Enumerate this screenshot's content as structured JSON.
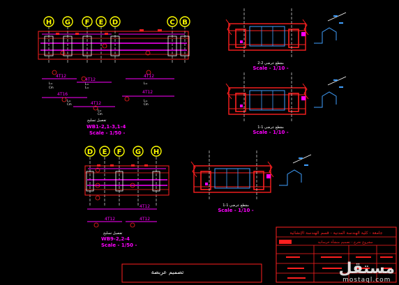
{
  "colors": {
    "background": "#000000",
    "concrete": "#ff2020",
    "rebar": "#ff00ff",
    "label_circle": "#ffff00",
    "dimension": "#ffffff",
    "detail": "#40a0ff",
    "grid": "#d0d0d0",
    "titleblock": "#ff2020"
  },
  "plan_top": {
    "grid_labels": [
      "H",
      "G",
      "F",
      "E",
      "D",
      "C",
      "B"
    ],
    "bar_marks": [
      "4T12",
      "4T12",
      "4T16",
      "4T12",
      "4T12",
      "4T12"
    ],
    "title_ar": "تفصيل تسليح",
    "title": "WB1-2,1-3,1-4",
    "scale": "Scale - 1/50 -"
  },
  "plan_bottom": {
    "grid_labels": [
      "D",
      "E",
      "F",
      "G",
      "H"
    ],
    "bar_marks": [
      "4T12",
      "4T12",
      "4T12"
    ],
    "title_ar": "تفصيل تسليح",
    "title": "WB9-2,2-4",
    "scale": "Scale - 1/50 -"
  },
  "sections": [
    {
      "title_ar": "مقطع عرضي 2-2",
      "scale": "Scale - 1/10 -"
    },
    {
      "title_ar": "مقطع عرضي 1-1",
      "scale": "Scale - 1/10 -"
    },
    {
      "title_ar": "مقطع عرضي 1-1",
      "scale": "Scale - 1/10 -"
    }
  ],
  "title_block": {
    "header_ar": "جامعة - كلية الهندسة المدنية - قسم الهندسة الإنشائية",
    "row2_ar": "مشروع تخرج - تصميم منشأة خرسانية",
    "caption_ar": "تصميم عربصة"
  },
  "watermark": {
    "arabic": "مستقل",
    "latin": "mostaql.com"
  }
}
